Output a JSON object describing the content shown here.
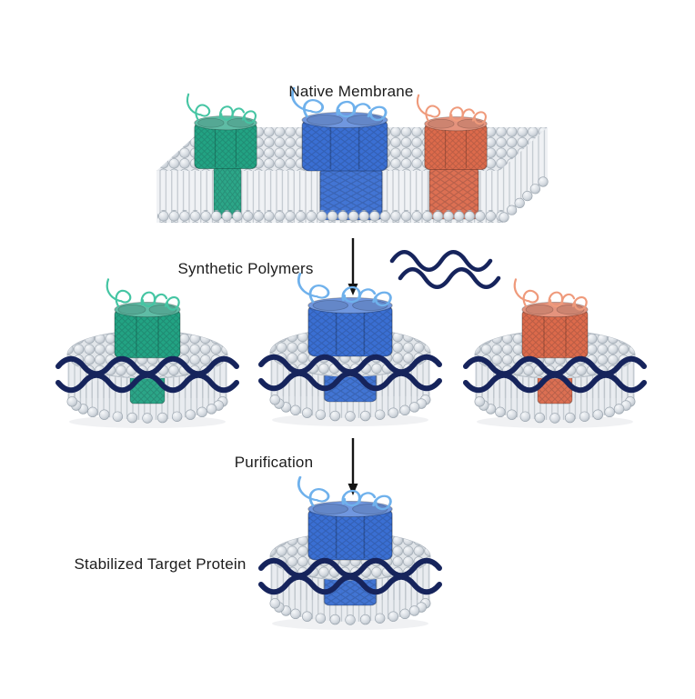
{
  "diagram": {
    "native_membrane_label": "Native Membrane",
    "synthetic_polymers_label": "Synthetic Polymers",
    "purification_label": "Purification",
    "stabilized_target_protein_label": "Stabilized Target Protein"
  },
  "colors": {
    "protein_green": "#22a383",
    "protein_green_loop": "#45c5a3",
    "protein_blue": "#3a6fd3",
    "protein_blue_loop": "#6fb1ec",
    "protein_orange": "#dc6a4b",
    "protein_orange_loop": "#ef9a7b",
    "polymer_navy": "#16245c",
    "lipid_head_gray": "#d6dbe0",
    "arrow_black": "#141414",
    "background": "#ffffff"
  }
}
